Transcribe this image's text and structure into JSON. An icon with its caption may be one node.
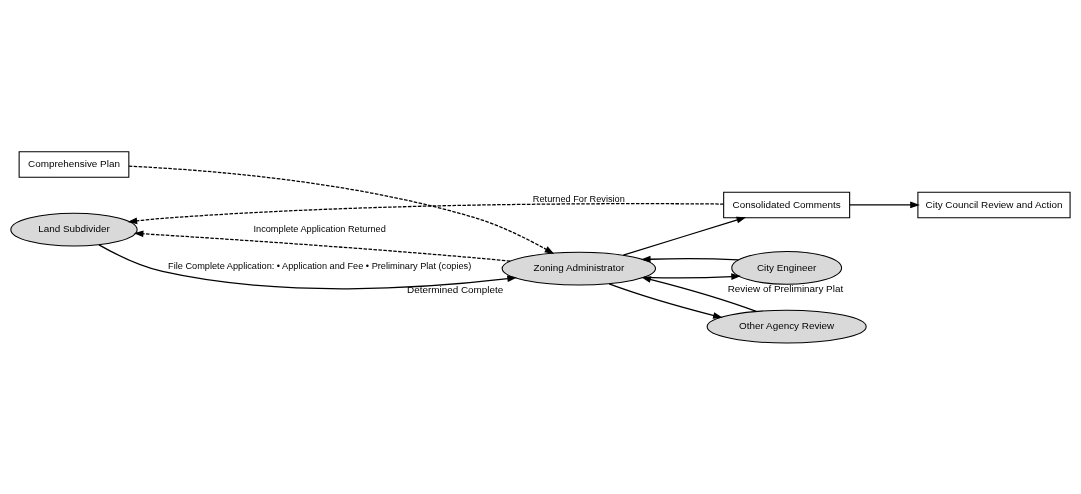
{
  "diagram": {
    "nodes": [
      {
        "text": [
          "Land Subdivider"
        ]
      },
      {
        "text": [
          "Zoning Administrator"
        ],
        "beside": [
          "Determined Complete"
        ]
      },
      {
        "text": [
          "City Engineer"
        ],
        "beside": [
          "Review of Preliminary Plat"
        ]
      },
      {
        "text": [
          "Other Agency Review"
        ]
      },
      {
        "text": [
          "Consolidated Comments"
        ]
      },
      {
        "text": [
          "Comprehensive Plan"
        ]
      },
      {
        "text": [
          "City Council Review and Action"
        ]
      }
    ],
    "edges": [
      {
        "from": 0,
        "to": 1,
        "arrow": "to",
        "label": "File Complete Application: • Application and Fee • Preliminary Plat (copies)"
      },
      {
        "from": 1,
        "to": 0,
        "arrow": "to",
        "style": "dashed",
        "label": "Incomplete Application Returned"
      },
      {
        "from": 1,
        "to": 2,
        "arrow": "to"
      },
      {
        "from": 2,
        "to": 1,
        "arrow": "to"
      },
      {
        "from": 1,
        "to": 4,
        "arrow": "to"
      },
      {
        "from": 1,
        "to": 3,
        "arrow": "to"
      },
      {
        "from": 3,
        "to": 1,
        "arrow": "to"
      },
      {
        "from": 5,
        "to": 1,
        "arrow": "to",
        "style": "dashed"
      },
      {
        "from": 4,
        "to": 0,
        "arrow": "to",
        "style": "dashed",
        "label": "Returned For Revision"
      },
      {
        "from": 4,
        "to": 6,
        "arrow": "to"
      }
    ]
  }
}
